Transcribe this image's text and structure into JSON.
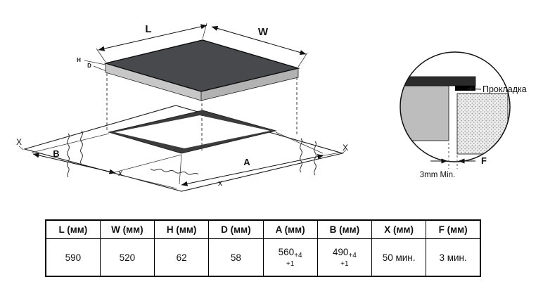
{
  "colors": {
    "glass_top": "#47494c",
    "body_gray": "#c7c7c7",
    "body_gray_dark": "#b2b2b2",
    "cutout": "#3c3c3c",
    "counter_section_gray": "#bdbdbd",
    "detail_glass": "#2b2b2b",
    "line": "#111111"
  },
  "diagram": {
    "dims": {
      "L": "L",
      "W": "W",
      "H": "H",
      "D": "D",
      "B": "B",
      "A": "A",
      "X_left": "X",
      "X_right": "X",
      "x_lower_left": "x",
      "x_lower_center": "x"
    },
    "detail": {
      "gasket_label": "Прокладка",
      "min_gap_label": "3mm Min.",
      "f_label": "F"
    }
  },
  "table": {
    "headers": [
      "L (мм)",
      "W (мм)",
      "H (мм)",
      "D (мм)",
      "A (мм)",
      "B (мм)",
      "X (мм)",
      "F (мм)"
    ],
    "row": {
      "L": "590",
      "W": "520",
      "H": "62",
      "D": "58",
      "A": {
        "base": "560",
        "tol_upper": "+4",
        "tol_lower": "+1"
      },
      "B": {
        "base": "490",
        "tol_upper": "+4",
        "tol_lower": "+1"
      },
      "X": "50 мин.",
      "F": "3 мин."
    }
  }
}
